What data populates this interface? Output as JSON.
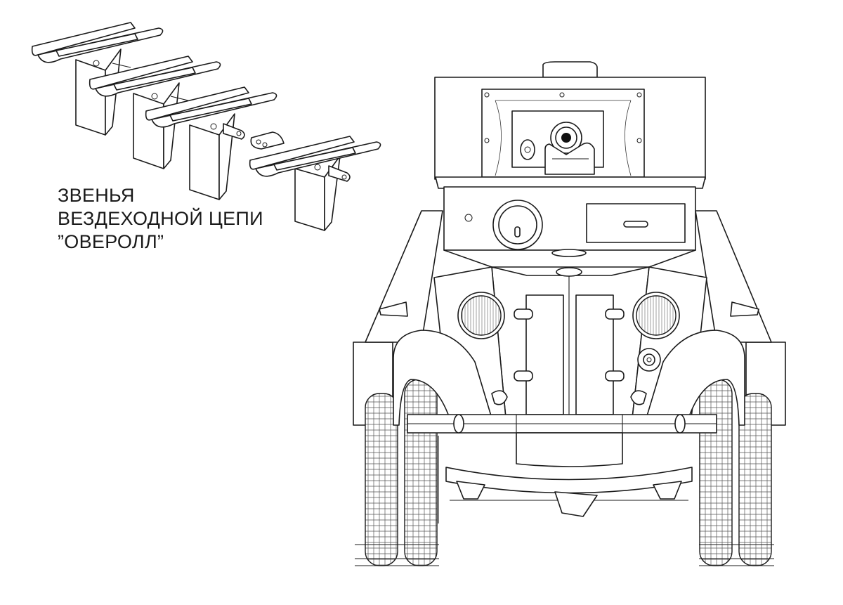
{
  "caption": {
    "lines": [
      "ЗВЕНЬЯ",
      "ВЕЗДЕХОДНОЙ ЦЕПИ",
      "”ОВЕРОЛЛ”"
    ]
  },
  "figures": {
    "track_links": {
      "count": 4,
      "label": "overall-chain-track-links"
    },
    "vehicle": {
      "view": "front",
      "label": "armored-car-front-view"
    }
  },
  "colors": {
    "line": "#1a1a1a",
    "background": "#ffffff",
    "shade": "#9a9a9a"
  }
}
